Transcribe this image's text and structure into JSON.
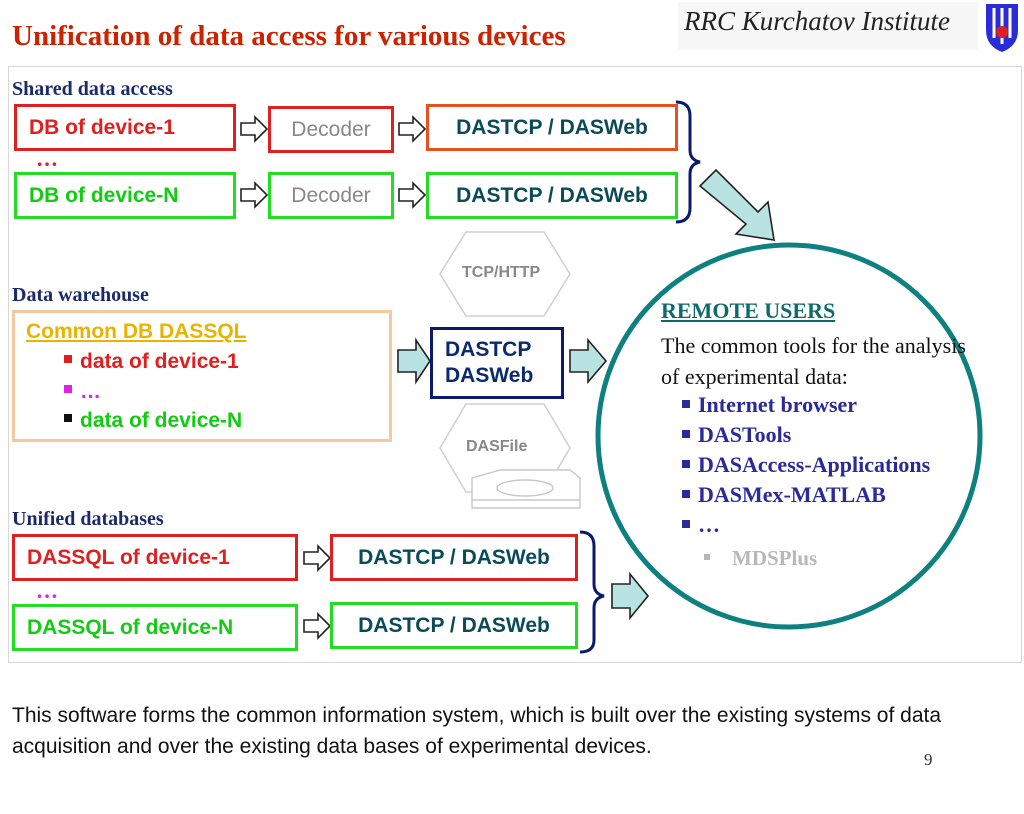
{
  "header": {
    "title": "Unification of data access for various devices",
    "logo_text": "RRC Kurchatov Institute"
  },
  "shared": {
    "heading": "Shared data access",
    "db_first": "DB of device-1",
    "db_last": "DB of device-N",
    "ellipsis": "…",
    "decoder": "Decoder",
    "dastcp_dasweb": "DASTCP / DASWeb"
  },
  "protocols": {
    "tcp_http": "TCP/HTTP",
    "dasfile": "DASFile"
  },
  "warehouse": {
    "heading": "Data warehouse",
    "title": "Common DB DASSQL",
    "items": [
      "data of device-1",
      "…",
      "data of device-N"
    ],
    "dastcp": "DASTCP",
    "dasweb": "DASWeb"
  },
  "unified": {
    "heading": "Unified databases",
    "first": "DASSQL of device-1",
    "last": "DASSQL of device-N",
    "ellipsis": "…",
    "dastcp_dasweb": "DASTCP / DASWeb"
  },
  "remote": {
    "heading": "REMOTE USERS",
    "description": "The common tools for the analysis of experimental data:",
    "tools": [
      "Internet browser",
      "DASTools",
      "DASAccess-Applications",
      "DASMex-MATLAB",
      "…"
    ],
    "sub_tool": "MDSPlus"
  },
  "footer": {
    "text": "This software forms the common information system, which is built over the existing systems of data acquisition and over the existing data bases of experimental devices.",
    "page_number": "9"
  },
  "colors": {
    "title": "#cc2200",
    "red_box": "#e02020",
    "green_box": "#22dd22",
    "navy": "#0a1a6e",
    "teal_circle": "#0f8080",
    "arrow_fill": "#b9e2e2"
  }
}
